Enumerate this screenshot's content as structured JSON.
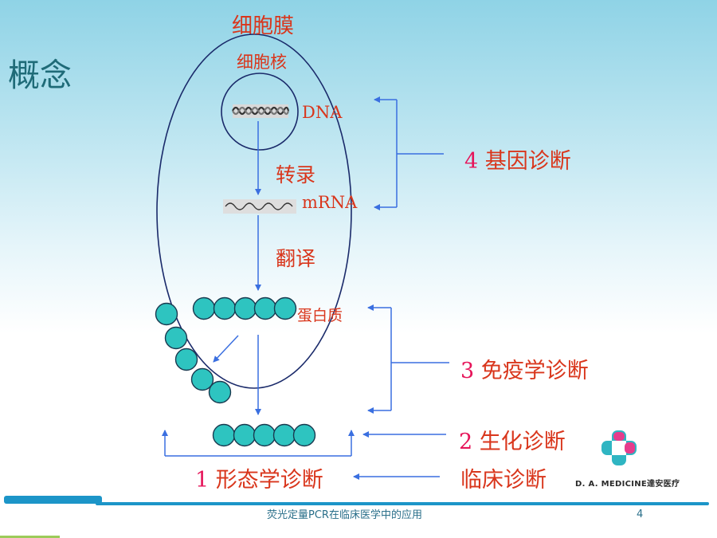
{
  "slide": {
    "title": "概念",
    "footer": "荧光定量PCR在临床医学中的应用",
    "page_number": "4"
  },
  "labels": {
    "cell_membrane": "细胞膜",
    "nucleus": "细胞核",
    "dna": "DNA",
    "transcription": "转录",
    "mrna": "mRNA",
    "translation": "翻译",
    "protein": "蛋白质"
  },
  "diagnoses": {
    "gene": {
      "number": "4",
      "text": "基因诊断"
    },
    "immune": {
      "number": "3",
      "text": "免疫学诊断"
    },
    "biochem": {
      "number": "2",
      "text": "生化诊断"
    },
    "morph": {
      "number": "1",
      "text": "形态学诊断"
    },
    "clinical": {
      "text": "临床诊断"
    }
  },
  "logo": {
    "text": "D. A. MEDICINE達安医疗"
  },
  "colors": {
    "accent_red": "#d9361c",
    "accent_pink": "#e6155a",
    "arrow_blue": "#3a6fe0",
    "bead_fill": "#2ec4c0",
    "title_teal": "#1f6b78"
  }
}
